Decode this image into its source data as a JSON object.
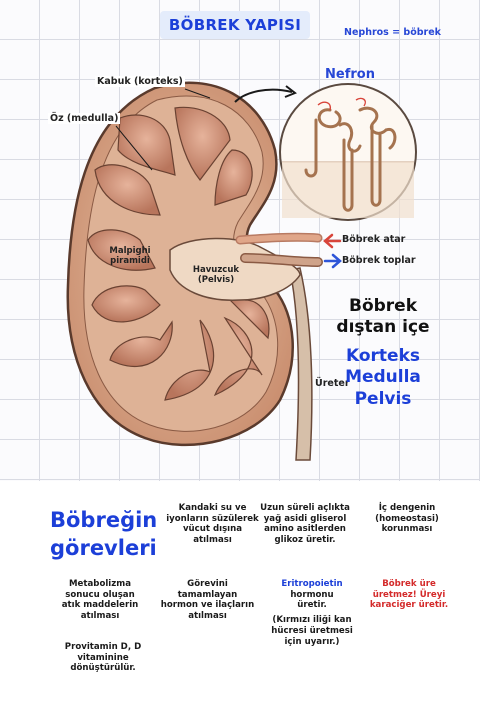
{
  "header": {
    "title": "BÖBREK YAPISI",
    "note": "Nephros = böbrek"
  },
  "labels": {
    "cortex": "Kabuk (korteks)",
    "medulla": "Öz (medulla)",
    "nephron": "Nefron",
    "malpighi_line1": "Malpighi",
    "malpighi_line2": "piramidi",
    "pelvis_line1": "Havuzcuk",
    "pelvis_line2": "(Pelvis)",
    "renal_artery": "Böbrek atar",
    "renal_vein": "Böbrek toplar",
    "ureter": "Üreter"
  },
  "layers": {
    "heading_line1": "Böbrek",
    "heading_line2": "dıştan içe",
    "items": [
      "Korteks",
      "Medulla",
      "Pelvis"
    ]
  },
  "functions": {
    "title_line1": "Böbreğin",
    "title_line2": "görevleri",
    "items": [
      "Kandaki su ve iyonların süzülerek vücut dışına atılması",
      "Uzun süreli açlıkta yağ asidi gliserol amino asitlerden glikoz üretir.",
      "İç dengenin (homeostasi) korunması",
      "Metabolizma sonucu oluşan atık maddelerin atılması",
      "Görevini tamamlayan hormon ve ilaçların atılması",
      "Provitamin D, D vitaminine dönüştürülür."
    ],
    "epo_title": "Eritropoietin",
    "epo_line2": "hormonu",
    "epo_line3": "üretir.",
    "epo_note": "(Kırmızı iliği kan hücresi üretmesi için uyarır.)",
    "warning": "Böbrek üre üretmez! Üreyi karaciğer üretir."
  },
  "colors": {
    "accent_blue": "#1c3fd8",
    "warning_red": "#d42a2a",
    "artery_red": "#d8443a",
    "vein_blue": "#2e55d8",
    "kidney_tan": "#d6a98a"
  }
}
